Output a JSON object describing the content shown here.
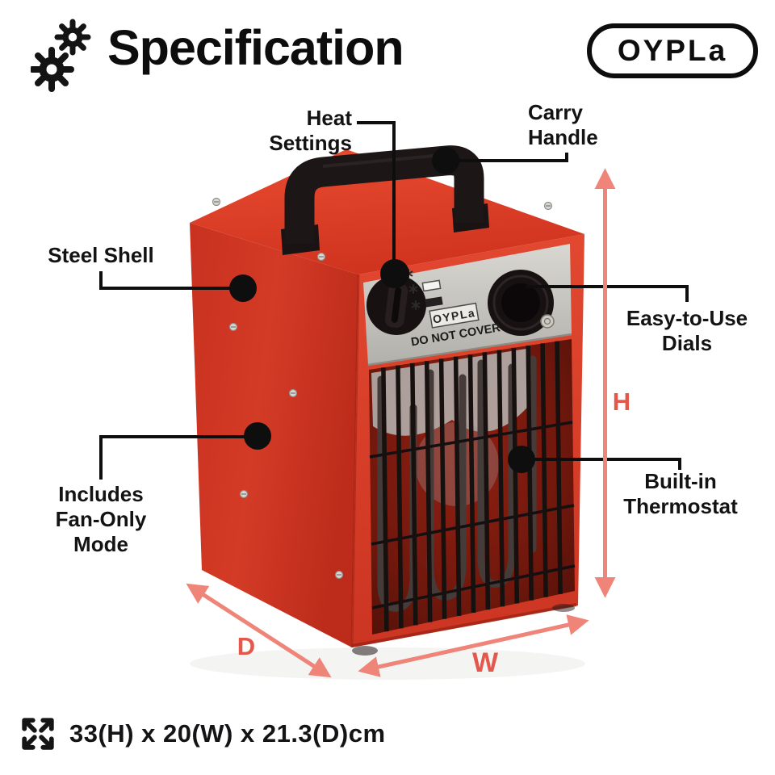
{
  "header": {
    "title": "Specification",
    "logo_text": "OYPLa"
  },
  "icons": {
    "header_icon": "gears-icon",
    "footer_icon": "expand-arrows-icon"
  },
  "callouts": {
    "heat_settings": {
      "line1": "Heat",
      "line2": "Settings"
    },
    "carry_handle": {
      "line1": "Carry",
      "line2": "Handle"
    },
    "steel_shell": {
      "line1": "Steel Shell"
    },
    "easy_dials": {
      "line1": "Easy-to-Use",
      "line2": "Dials"
    },
    "fan_only": {
      "line1": "Includes",
      "line2": "Fan-Only",
      "line3": "Mode"
    },
    "thermostat": {
      "line1": "Built-in",
      "line2": "Thermostat"
    }
  },
  "device_panel": {
    "brand": "OYPLa",
    "warning": "DO NOT COVER"
  },
  "dimensions": {
    "h": "H",
    "w": "W",
    "d": "D",
    "size_text": "33(H) x 20(W) x 21.3(D)cm"
  },
  "colors": {
    "accent_arrow": "#ef8479",
    "accent_letter": "#e4574b",
    "heater_red": "#d63a28",
    "panel_silver": "#c9c7c2",
    "ink": "#121212"
  }
}
